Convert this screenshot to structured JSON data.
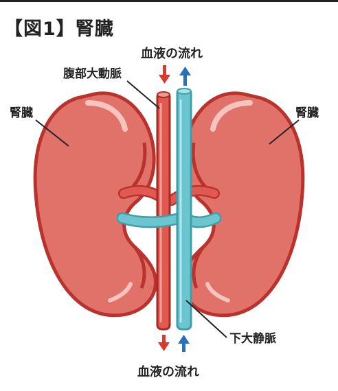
{
  "figure": {
    "title": "【図1】腎臓"
  },
  "labels": {
    "blood_flow_top": "血液の流れ",
    "aorta": "腹部大動脈",
    "kidney_left": "腎臓",
    "kidney_right": "腎臓",
    "vena_cava": "下大静脈",
    "blood_flow_bottom": "血液の流れ"
  },
  "colors": {
    "kidney": "#e0726a",
    "kidney_dark": "#b9322c",
    "artery": "#e05a52",
    "vein": "#6cc6d0",
    "arrow_down": "#d93a30",
    "arrow_up": "#2a6fbe"
  }
}
